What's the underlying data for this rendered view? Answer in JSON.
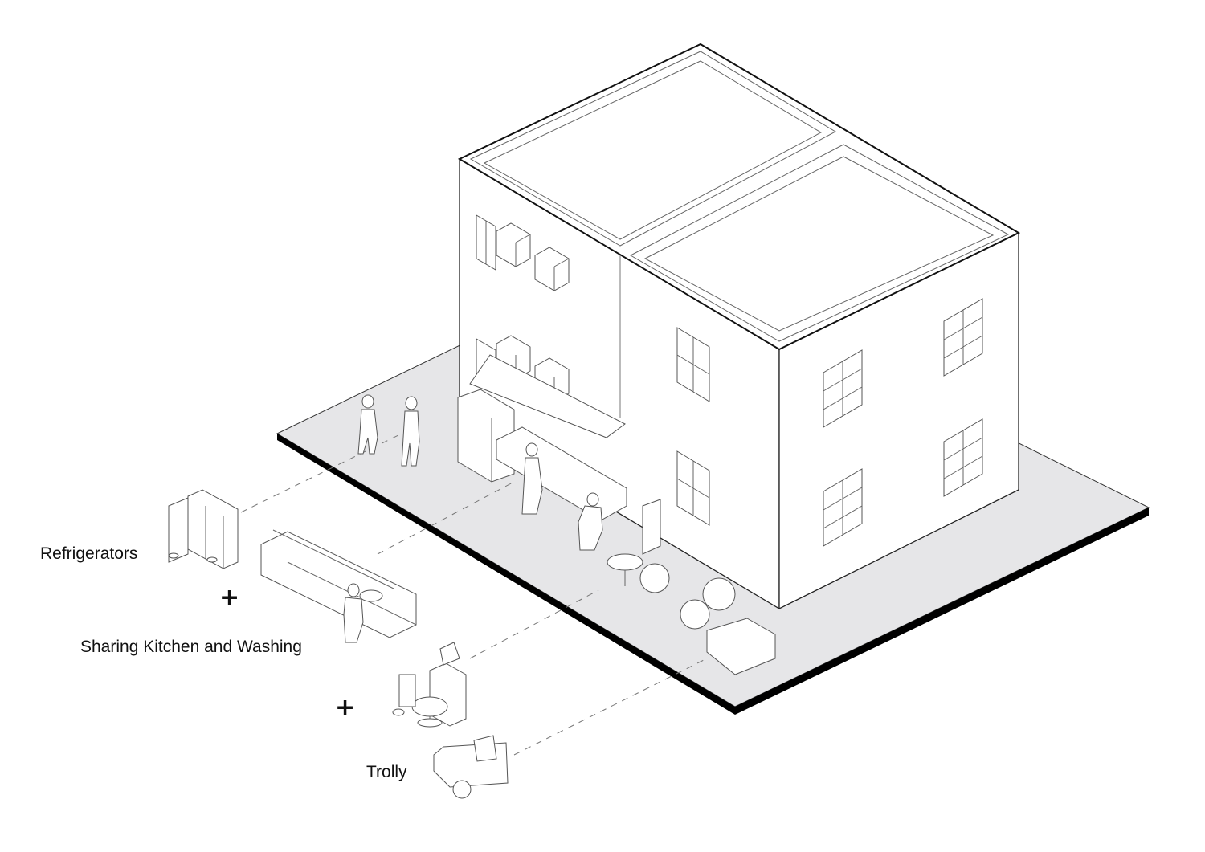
{
  "labels": {
    "refrigerators": "Refrigerators",
    "kitchen": "Sharing Kitchen and Washing",
    "trolly": "Trolly",
    "plus": "+"
  },
  "colors": {
    "ground": "#e6e6e8",
    "edge": "#000000",
    "line": "#555555"
  }
}
